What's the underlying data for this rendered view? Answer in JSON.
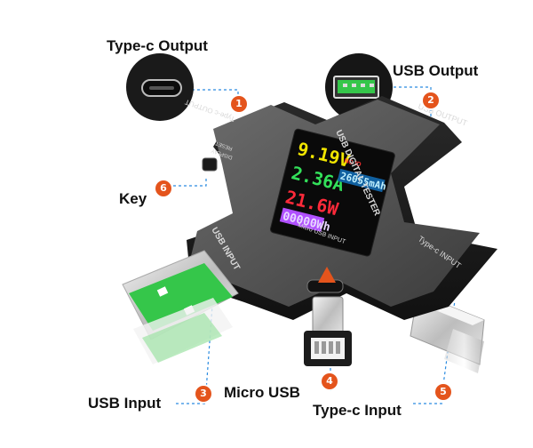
{
  "callouts": [
    {
      "num": "1",
      "label": "Type-c Output"
    },
    {
      "num": "2",
      "label": "USB Output"
    },
    {
      "num": "3",
      "label": "USB Input"
    },
    {
      "num": "4",
      "label": "Micro USB"
    },
    {
      "num": "5",
      "label": "Type-c Input"
    },
    {
      "num": "6",
      "label": "Key"
    }
  ],
  "device": {
    "title": "USB DIGITAL TESTER",
    "top_left_port": "Type-c OUTPUT",
    "top_right_port": "USB OUTPUT",
    "bottom_left_port": "USB INPUT",
    "bottom_right_port": "Type-c INPUT",
    "micro_label": "Micro USB INPUT",
    "key_labels": [
      "RESET",
      "DISPLAY"
    ]
  },
  "screen": {
    "voltage": "9.19",
    "voltage_unit": "V",
    "current": "2.36",
    "current_unit": "A",
    "power": "21.6",
    "power_unit": "W",
    "capacity": "26055",
    "capacity_unit": "mAh",
    "energy": "00000",
    "energy_unit": "Wh",
    "mode": "NO ID",
    "colors": {
      "voltage": "#f2e600",
      "current": "#33e05a",
      "power": "#ff2a3a",
      "capacity": "#33c7ff",
      "energy": "#b050ff"
    }
  },
  "colors": {
    "badge": "#e4541c",
    "callout_line": "#2a8be0",
    "usb_tongue": "#35c64a"
  }
}
